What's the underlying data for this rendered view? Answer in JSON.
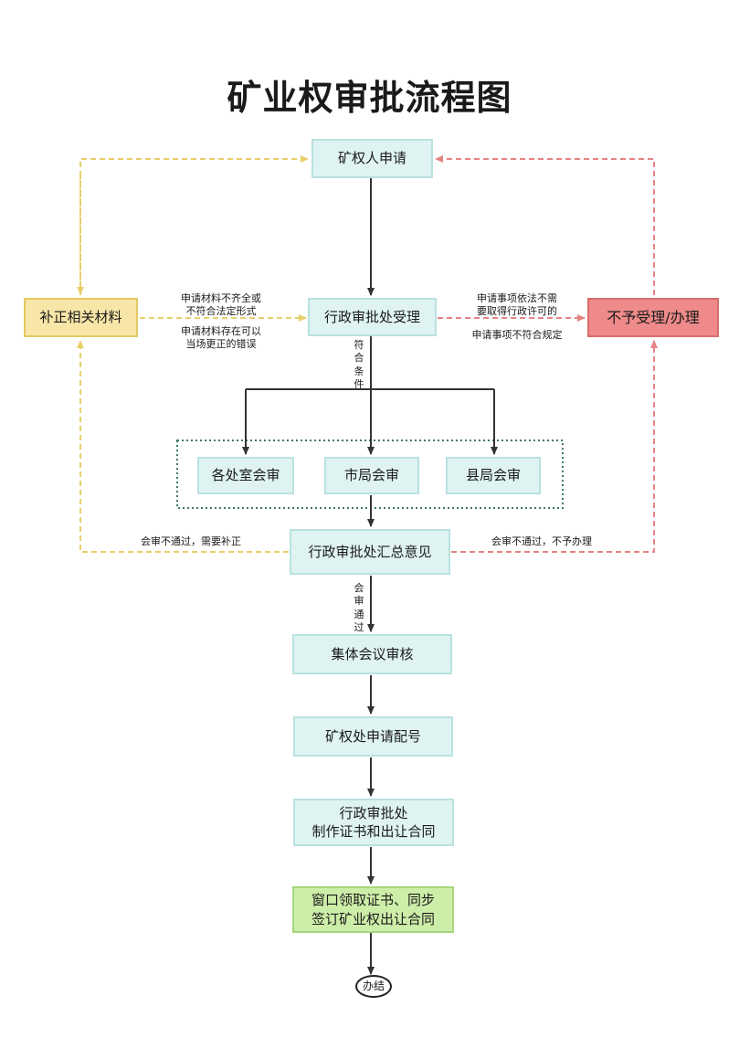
{
  "title": "矿业权审批流程图",
  "nodes": {
    "apply": "矿权人申请",
    "accept": "行政审批处受理",
    "supplement": "补正相关材料",
    "reject": "不予受理/办理",
    "dept_review": "各处室会审",
    "city_review": "市局会审",
    "county_review": "县局会审",
    "summary": "行政审批处汇总意见",
    "collective": "集体会议审核",
    "number": "矿权处申请配号",
    "make_cert_l1": "行政审批处",
    "make_cert_l2": "制作证书和出让合同",
    "collect_l1": "窗口领取证书、同步",
    "collect_l2": "签订矿业权出让合同",
    "end": "办结"
  },
  "labels": {
    "incomplete_l1": "申请材料不齐全或",
    "incomplete_l2": "不符合法定形式",
    "correctable_l1": "申请材料存在可以",
    "correctable_l2": "当场更正的错误",
    "no_permit_l1": "申请事项依法不需",
    "no_permit_l2": "要取得行政许可的",
    "not_compliant": "申请事项不符合规定",
    "meets_conditions": "符合条件",
    "review_fail_fix": "会审不通过，需要补正",
    "review_fail_reject": "会审不通过，不予办理",
    "review_pass": "会审通过"
  },
  "colors": {
    "node_fill": "#dff3f3",
    "yellow_fill": "#f8e6a8",
    "red_fill": "#ef8a8a",
    "green_fill": "#cdeea8",
    "yellow_dash": "#e8cf6a",
    "red_dash": "#e58383",
    "arrow": "#333333",
    "group_border": "#3d7a62"
  }
}
